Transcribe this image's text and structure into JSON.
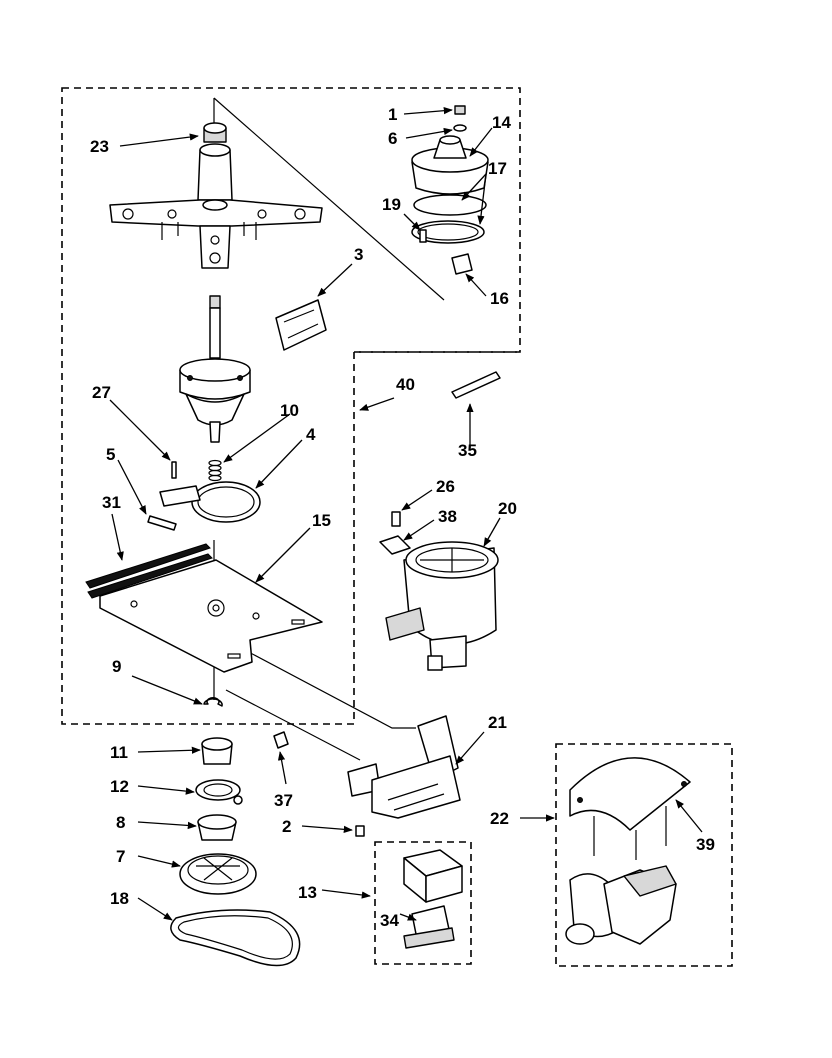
{
  "callouts": {
    "c1": "1",
    "c2": "2",
    "c3": "3",
    "c4": "4",
    "c5": "5",
    "c6": "6",
    "c7": "7",
    "c8": "8",
    "c9": "9",
    "c10": "10",
    "c11": "11",
    "c12": "12",
    "c13": "13",
    "c14": "14",
    "c15": "15",
    "c16": "16",
    "c17": "17",
    "c18": "18",
    "c19": "19",
    "c20": "20",
    "c21": "21",
    "c22": "22",
    "c23": "23",
    "c26": "26",
    "c27": "27",
    "c31": "31",
    "c34": "34",
    "c35": "35",
    "c37": "37",
    "c38": "38",
    "c39": "39",
    "c40": "40"
  }
}
